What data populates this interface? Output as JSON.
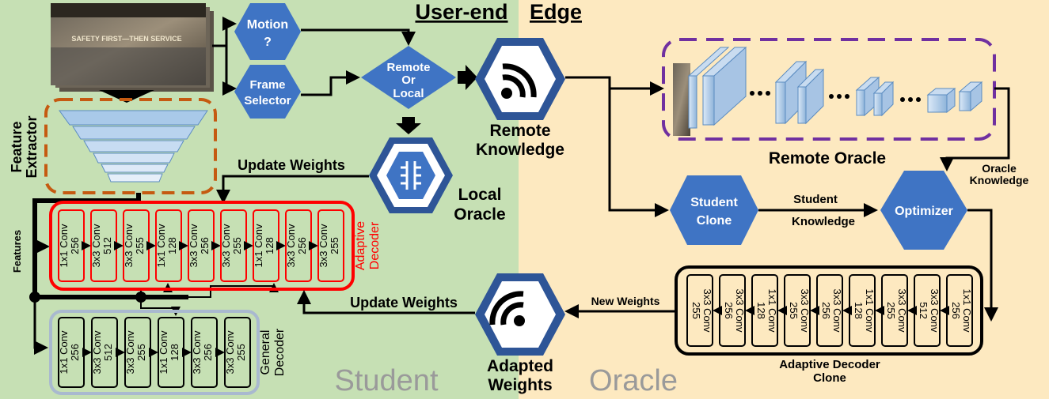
{
  "colors": {
    "student_bg": "#c6e0b4",
    "oracle_bg": "#fde9c0",
    "hexagon_fill": "#3f74c4",
    "hexagon_dark": "#2e5597",
    "adaptive_border": "#ff0000",
    "feature_border": "#c55a11",
    "remote_oracle_border": "#7030a0",
    "general_border": "#a9b9cf",
    "arrow": "#000000"
  },
  "regions": {
    "user_end": "User-end",
    "edge": "Edge",
    "student": "Student",
    "oracle": "Oracle"
  },
  "nodes": {
    "motion_line1": "Motion",
    "motion_line2": "?",
    "frame_selector_line1": "Frame",
    "frame_selector_line2": "Selector",
    "remote_or_local_line1": "Remote",
    "remote_or_local_line2": "Or",
    "remote_or_local_line3": "Local",
    "remote_knowledge_line1": "Remote",
    "remote_knowledge_line2": "Knowledge",
    "local_oracle_line1": "Local",
    "local_oracle_line2": "Oracle",
    "feature_extractor_line1": "Feature",
    "feature_extractor_line2": "Extractor",
    "remote_oracle": "Remote Oracle",
    "student_clone_line1": "Student",
    "student_clone_line2": "Clone",
    "optimizer": "Optimizer",
    "adapted_weights_line1": "Adapted",
    "adapted_weights_line2": "Weights"
  },
  "edge_labels": {
    "update_weights_top": "Update Weights",
    "update_weights_bottom": "Update Weights",
    "features": "Features",
    "student_knowledge_line1": "Student",
    "student_knowledge_line2": "Knowledge",
    "oracle_knowledge_line1": "Oracle",
    "oracle_knowledge_line2": "Knowledge",
    "new_weights": "New Weights"
  },
  "decoders": {
    "adaptive": {
      "title_line1": "Adaptive",
      "title_line2": "Decoder",
      "layers": [
        {
          "kernel": "1x1 Conv",
          "channels": "256"
        },
        {
          "kernel": "3x3 Conv",
          "channels": "512"
        },
        {
          "kernel": "3x3 Conv",
          "channels": "255"
        },
        {
          "kernel": "1x1 Conv",
          "channels": "128"
        },
        {
          "kernel": "3x3 Conv",
          "channels": "256"
        },
        {
          "kernel": "3x3 Conv",
          "channels": "255"
        },
        {
          "kernel": "1x1 Conv",
          "channels": "128"
        },
        {
          "kernel": "3x3 Conv",
          "channels": "256"
        },
        {
          "kernel": "3x3 Conv",
          "channels": "255"
        }
      ]
    },
    "general": {
      "title_line1": "General",
      "title_line2": "Decoder",
      "layers": [
        {
          "kernel": "1x1 Conv",
          "channels": "256"
        },
        {
          "kernel": "3x3 Conv",
          "channels": "512"
        },
        {
          "kernel": "3x3 Conv",
          "channels": "255"
        },
        {
          "kernel": "1x1 Conv",
          "channels": "128"
        },
        {
          "kernel": "3x3 Conv",
          "channels": "256"
        },
        {
          "kernel": "3x3 Conv",
          "channels": "255"
        }
      ]
    },
    "clone": {
      "title_line1": "Adaptive Decoder",
      "title_line2": "Clone",
      "layers": [
        {
          "kernel": "1x1 Conv",
          "channels": "256"
        },
        {
          "kernel": "3x3 Conv",
          "channels": "512"
        },
        {
          "kernel": "3x3 Conv",
          "channels": "255"
        },
        {
          "kernel": "1x1 Conv",
          "channels": "128"
        },
        {
          "kernel": "3x3 Conv",
          "channels": "256"
        },
        {
          "kernel": "3x3 Conv",
          "channels": "255"
        },
        {
          "kernel": "1x1 Conv",
          "channels": "128"
        },
        {
          "kernel": "3x3 Conv",
          "channels": "256"
        },
        {
          "kernel": "3x3 Conv",
          "channels": "255"
        }
      ]
    }
  },
  "scene_banner_text": "SAFETY FIRST—THEN SERVICE"
}
